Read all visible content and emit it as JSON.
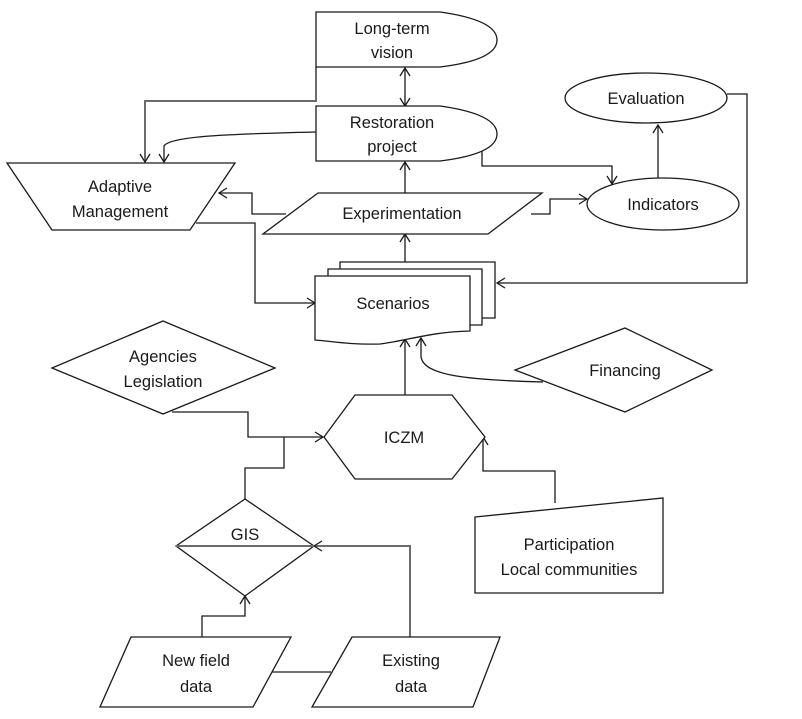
{
  "diagram": {
    "type": "flowchart",
    "nodes": {
      "long_term_vision": {
        "lines": [
          "Long-term",
          "vision"
        ],
        "shape": "stored-data"
      },
      "restoration_project": {
        "lines": [
          "Restoration",
          "project"
        ],
        "shape": "stored-data"
      },
      "evaluation": {
        "lines": [
          "Evaluation"
        ],
        "shape": "ellipse"
      },
      "indicators": {
        "lines": [
          "Indicators"
        ],
        "shape": "ellipse"
      },
      "adaptive_management": {
        "lines": [
          "Adaptive",
          "Management"
        ],
        "shape": "manual-operation"
      },
      "experimentation": {
        "lines": [
          "Experimentation"
        ],
        "shape": "parallelogram"
      },
      "scenarios": {
        "lines": [
          "Scenarios"
        ],
        "shape": "multi-document"
      },
      "agencies_legislation": {
        "lines": [
          "Agencies",
          "Legislation"
        ],
        "shape": "diamond"
      },
      "financing": {
        "lines": [
          "Financing"
        ],
        "shape": "diamond"
      },
      "iczm": {
        "lines": [
          "ICZM"
        ],
        "shape": "hexagon"
      },
      "participation": {
        "lines": [
          "Participation",
          "Local communities"
        ],
        "shape": "manual-input"
      },
      "gis": {
        "lines": [
          "GIS"
        ],
        "shape": "diamond"
      },
      "new_field_data": {
        "lines": [
          "New field",
          "data"
        ],
        "shape": "parallelogram"
      },
      "existing_data": {
        "lines": [
          "Existing",
          "data"
        ],
        "shape": "parallelogram"
      }
    },
    "edges": [
      {
        "from": "long_term_vision",
        "to": "restoration_project",
        "bidirectional": true
      },
      {
        "from": "long_term_vision",
        "to": "adaptive_management"
      },
      {
        "from": "restoration_project",
        "to": "adaptive_management"
      },
      {
        "from": "restoration_project",
        "to": "indicators"
      },
      {
        "from": "experimentation",
        "to": "restoration_project"
      },
      {
        "from": "experimentation",
        "to": "adaptive_management"
      },
      {
        "from": "experimentation",
        "to": "indicators"
      },
      {
        "from": "indicators",
        "to": "evaluation"
      },
      {
        "from": "evaluation",
        "to": "scenarios"
      },
      {
        "from": "adaptive_management",
        "to": "scenarios"
      },
      {
        "from": "scenarios",
        "to": "experimentation"
      },
      {
        "from": "iczm",
        "to": "scenarios"
      },
      {
        "from": "financing",
        "to": "scenarios"
      },
      {
        "from": "agencies_legislation",
        "to": "iczm"
      },
      {
        "from": "gis",
        "to": "iczm"
      },
      {
        "from": "participation",
        "to": "iczm"
      },
      {
        "from": "new_field_data",
        "to": "gis"
      },
      {
        "from": "existing_data",
        "to": "gis"
      },
      {
        "from": "new_field_data",
        "to": "existing_data",
        "bidirectional": false,
        "undirected": true
      }
    ]
  }
}
